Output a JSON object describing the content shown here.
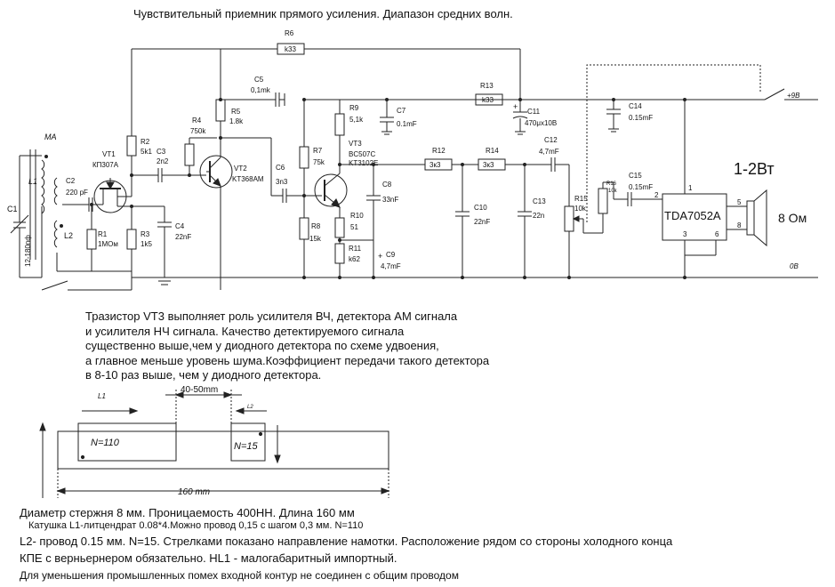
{
  "title": "Чувствительный приемник прямого усиления. Диапазон средних волн.",
  "schematic": {
    "MA": "MA",
    "C1": "C1",
    "C1_value": "12-180пф",
    "L1": "L1",
    "L2": "L2",
    "C2": "C2",
    "C2_value": "220 pF",
    "VT1": "VT1",
    "VT1_type": "КП307А",
    "R1": "R1",
    "R1_value": "1МОм",
    "R2": "R2",
    "R2_value": "5k1",
    "R3": "R3",
    "R3_value": "1k5",
    "C3": "C3",
    "C3_value": "2n2",
    "C4": "C4",
    "C4_value": "22nF",
    "R4": "R4",
    "R4_value": "750k",
    "R5": "R5",
    "R5_value": "1.8k",
    "C5": "C5",
    "C5_value": "0,1mk",
    "R6": "R6",
    "R6_value": "k33",
    "VT2": "VT2",
    "VT2_type": "KT368AM",
    "C6": "C6",
    "C6_value": "3n3",
    "R7": "R7",
    "R7_value": "75k",
    "R8": "R8",
    "R8_value": "15k",
    "R9": "R9",
    "R9_value": "5,1k",
    "VT3": "VT3",
    "VT3_type1": "BC507C",
    "VT3_type2": "KT3102E",
    "C7": "C7",
    "C7_value": "0.1mF",
    "C8": "C8",
    "C8_value": "33nF",
    "R10": "R10",
    "R10_value": "51",
    "R11": "R11",
    "R11_value": "k62",
    "C9": "C9",
    "C9_value": "4,7mF",
    "R12": "R12",
    "R12_value": "3к3",
    "R13": "R13",
    "R13_value": "k33",
    "C11": "C11",
    "C11_value": "470μx10B",
    "R14": "R14",
    "R14_value": "3к3",
    "C10": "C10",
    "C10_value": "22nF",
    "C12": "C12",
    "C12_value": "4,7mF",
    "C13": "C13",
    "C13_value": "22n",
    "R15": "R15",
    "R15_value": "10k",
    "R16": "R16",
    "R16_value": "10k",
    "C14": "C14",
    "C14_value": "0.15mF",
    "C15": "C15",
    "C15_value": "0.15mF",
    "ic_name": "TDA7052A",
    "pin1": "1",
    "pin2": "2",
    "pin3": "3",
    "pin5": "5",
    "pin6": "6",
    "pin8": "8",
    "power_out": "1-2Вт",
    "speaker": "8 Ом",
    "vcc": "+9B",
    "gnd": "0B"
  },
  "description": [
    "Тразистор VT3 выполняет роль усилителя ВЧ, детектора АМ сигнала",
    "и усилителя НЧ сигнала. Качество детектируемого сигнала",
    "существенно выше,чем у  диодного детектора по  схеме удвоения,",
    "а главное меньше уровень шума.Коэффициент передачи такого детектора",
    "  в 8-10 раз выше, чем у  диодного детектора."
  ],
  "coil": {
    "L1": "L1",
    "L2": "L2",
    "gap": "40-50mm",
    "n1": "N=110",
    "n2": "N=15",
    "length": "160 mm"
  },
  "notes": [
    "Диаметр стержня 8 мм. Проницаемость 400НН. Длина 160 мм",
    "Катушка L1-литцендрат 0.08*4.Можно провод 0,15 с шагом 0,3 мм. N=110",
    "L2- провод 0.15 мм. N=15. Стрелками показано направление намотки. Расположение рядом со стороны холодного конца",
    "КПЕ с верньернером обязательно. HL1 - малогабаритный импортный.",
    "Для уменьшения промышленных помех входной контур не соединен с общим проводом"
  ]
}
